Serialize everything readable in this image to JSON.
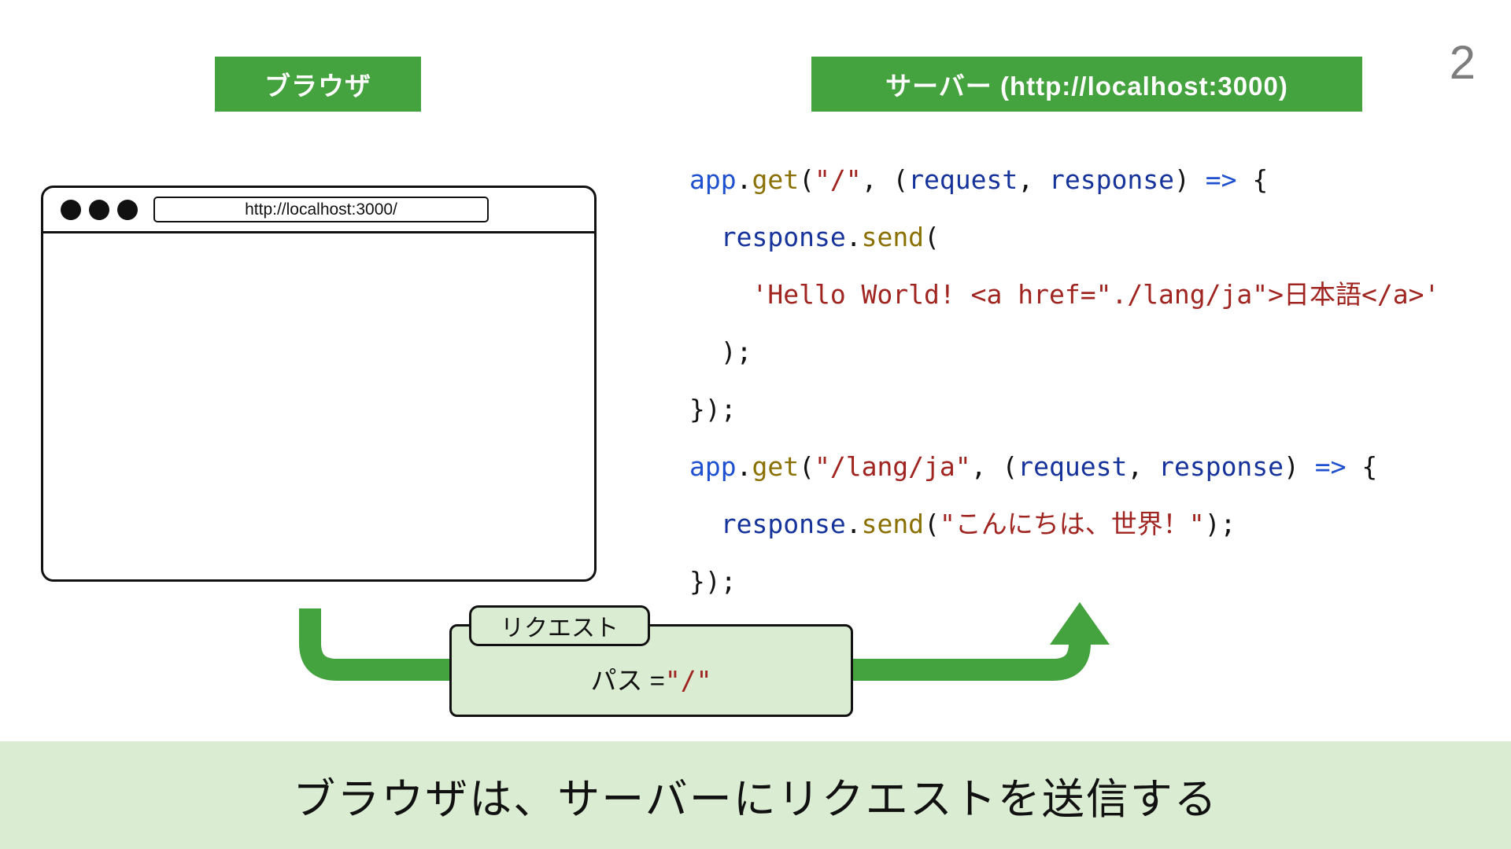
{
  "page": {
    "number": "2"
  },
  "labels": {
    "browser": "ブラウザ",
    "server": "サーバー (http://localhost:3000)"
  },
  "browser_window": {
    "url": "http://localhost:3000/"
  },
  "code": {
    "lines": [
      [
        {
          "t": "app",
          "c": "blue"
        },
        {
          "t": ".",
          "c": "plain"
        },
        {
          "t": "get",
          "c": "olive"
        },
        {
          "t": "(",
          "c": "plain"
        },
        {
          "t": "\"/\"",
          "c": "red"
        },
        {
          "t": ", (",
          "c": "plain"
        },
        {
          "t": "request",
          "c": "navy"
        },
        {
          "t": ", ",
          "c": "plain"
        },
        {
          "t": "response",
          "c": "navy"
        },
        {
          "t": ") ",
          "c": "plain"
        },
        {
          "t": "=>",
          "c": "blue"
        },
        {
          "t": " {",
          "c": "plain"
        }
      ],
      [
        {
          "t": "  ",
          "c": "plain"
        },
        {
          "t": "response",
          "c": "navy"
        },
        {
          "t": ".",
          "c": "plain"
        },
        {
          "t": "send",
          "c": "olive"
        },
        {
          "t": "(",
          "c": "plain"
        }
      ],
      [
        {
          "t": "    ",
          "c": "plain"
        },
        {
          "t": "'Hello World! <a href=\"./lang/ja\">日本語</a>'",
          "c": "red"
        }
      ],
      [
        {
          "t": "  );",
          "c": "plain"
        }
      ],
      [
        {
          "t": "});",
          "c": "plain"
        }
      ],
      [
        {
          "t": "app",
          "c": "blue"
        },
        {
          "t": ".",
          "c": "plain"
        },
        {
          "t": "get",
          "c": "olive"
        },
        {
          "t": "(",
          "c": "plain"
        },
        {
          "t": "\"/lang/ja\"",
          "c": "red"
        },
        {
          "t": ", (",
          "c": "plain"
        },
        {
          "t": "request",
          "c": "navy"
        },
        {
          "t": ", ",
          "c": "plain"
        },
        {
          "t": "response",
          "c": "navy"
        },
        {
          "t": ") ",
          "c": "plain"
        },
        {
          "t": "=>",
          "c": "blue"
        },
        {
          "t": " {",
          "c": "plain"
        }
      ],
      [
        {
          "t": "  ",
          "c": "plain"
        },
        {
          "t": "response",
          "c": "navy"
        },
        {
          "t": ".",
          "c": "plain"
        },
        {
          "t": "send",
          "c": "olive"
        },
        {
          "t": "(",
          "c": "plain"
        },
        {
          "t": "\"こんにちは、世界！\"",
          "c": "red"
        },
        {
          "t": ");",
          "c": "plain"
        }
      ],
      [
        {
          "t": "});",
          "c": "plain"
        }
      ]
    ]
  },
  "request": {
    "tag": "リクエスト",
    "path_label": "パス = ",
    "path_value": "\"/\""
  },
  "caption": "ブラウザは、サーバーにリクエストを送信する",
  "colors": {
    "green": "#45a33f",
    "light_green": "#daecd2",
    "code_blue": "#1e50d0",
    "code_navy": "#16339b",
    "code_olive": "#8a7000",
    "code_red": "#a02420"
  }
}
